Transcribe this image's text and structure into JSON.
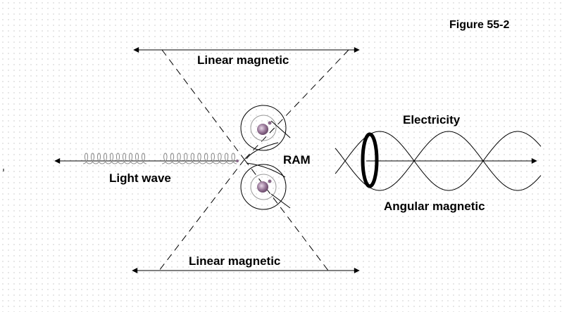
{
  "diagram": {
    "figure_label": "Figure 55-2",
    "labels": {
      "linear_magnetic_top": "Linear magnetic",
      "linear_magnetic_bottom": "Linear magnetic",
      "light_wave": "Light wave",
      "ram": "RAM",
      "electricity": "Electricity",
      "angular_magnetic": "Angular magnetic"
    },
    "colors": {
      "ink": "#000000",
      "particle": "#8a6a8a",
      "spring": "#888888",
      "grid_dot": "#c8c8c8"
    }
  }
}
